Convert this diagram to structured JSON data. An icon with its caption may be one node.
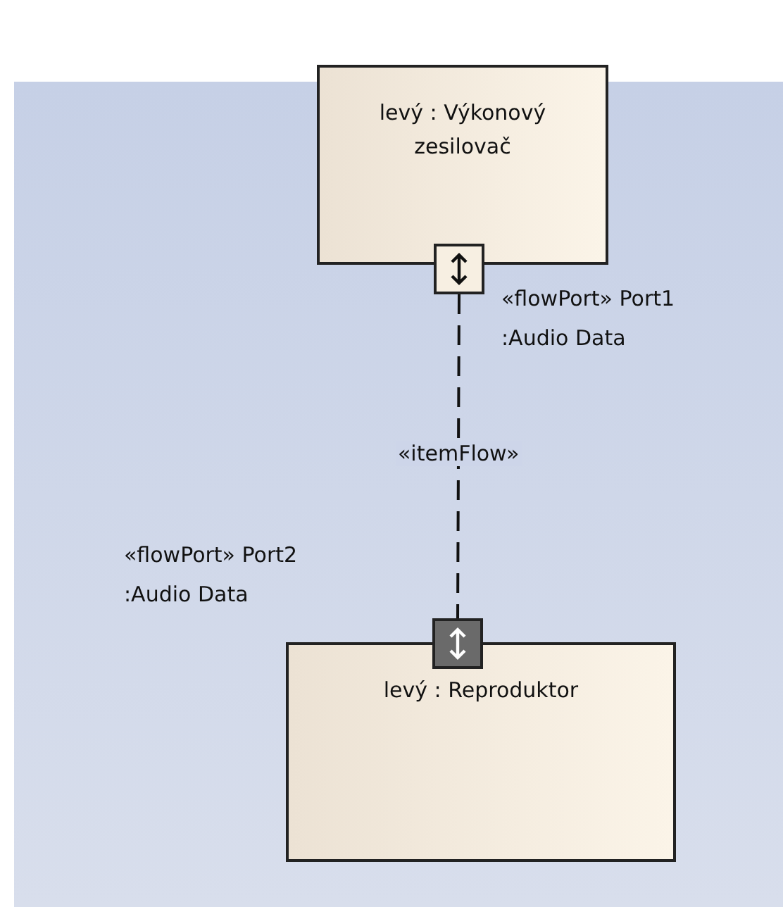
{
  "diagram": {
    "nodes": [
      {
        "text": [
          "levý : Výkonový zesilovač"
        ]
      },
      {
        "text": [],
        "shape": "box",
        "beside": [
          "«flowPort» Port1 :Audio Data"
        ]
      },
      {
        "text": [
          "levý : Reproduktor"
        ]
      },
      {
        "text": [],
        "shape": "box"
      }
    ],
    "labels": [
      "«flowPort» Port2 :Audio Data"
    ],
    "edges": [
      {
        "from": 1,
        "to": 3,
        "arrow": "none",
        "style": "dashed",
        "label": "«itemFlow»"
      }
    ]
  }
}
